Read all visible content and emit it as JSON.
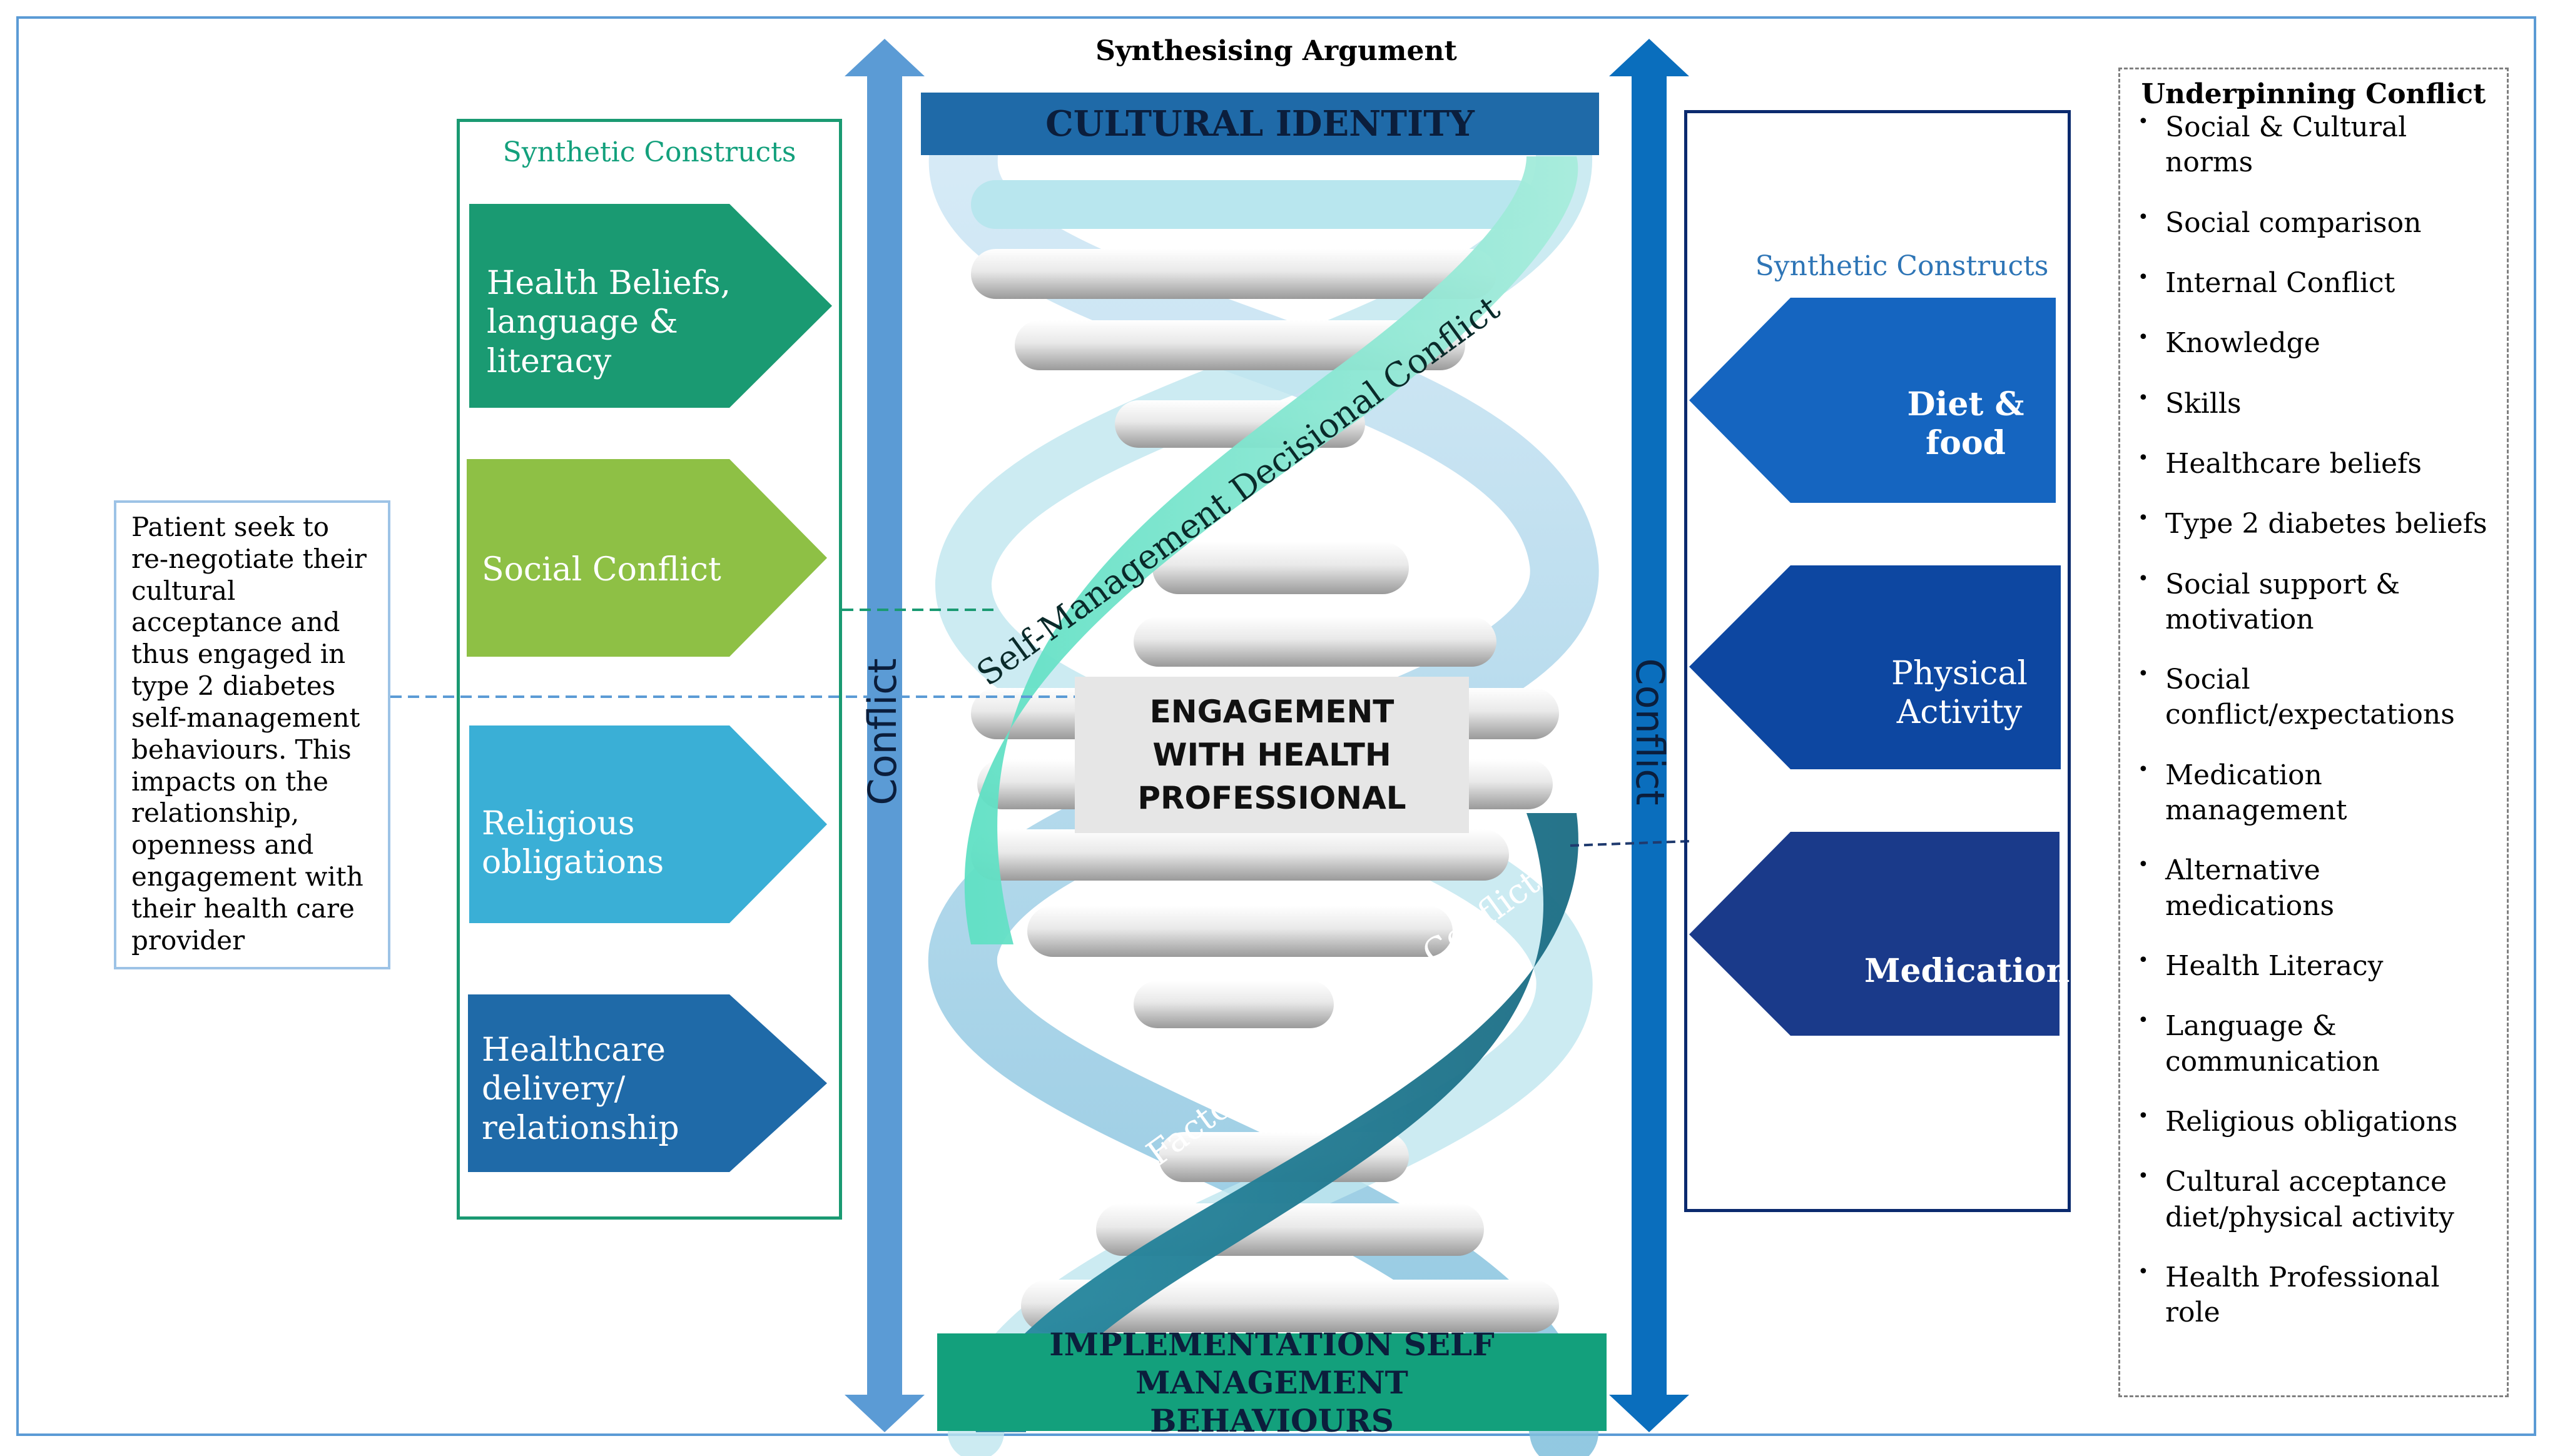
{
  "diagram": {
    "top_label": "Synthesising Argument",
    "cultural_identity": "CULTURAL IDENTITY",
    "implementation": "IMPLEMENTATION SELF MANAGEMENT BEHAVIOURS",
    "engagement": "ENGAGEMENT WITH HEALTH PROFESSIONAL",
    "ribbon_upper": "Self-Management Decisional Conflict",
    "ribbon_lower": "Strategies & Factors influencing Conflict",
    "conflict_left": "Conflict",
    "conflict_right": "Conflict"
  },
  "left_constructs": {
    "title": "Synthetic Constructs",
    "items": [
      {
        "label": "Health Beliefs, language & literacy",
        "color": "#1a9a72"
      },
      {
        "label": "Social Conflict",
        "color": "#8ec045"
      },
      {
        "label": "Religious obligations",
        "color": "#3aafd6"
      },
      {
        "label": "Healthcare delivery/ relationship",
        "color": "#1f6aa8"
      }
    ]
  },
  "right_constructs": {
    "title": "Synthetic Constructs",
    "items": [
      {
        "label": "Diet & food",
        "color": "#1565c0",
        "bold": true
      },
      {
        "label": "Physical Activity",
        "color": "#0d47a1",
        "bold": false
      },
      {
        "label": "Medication",
        "color": "#1a3a8a",
        "bold": true
      }
    ]
  },
  "side_note": {
    "text": "Patient seek to re-negotiate their cultural acceptance and thus engaged in type 2 diabetes self-management behaviours.  This impacts on the relationship, openness and engagement with their health care provider"
  },
  "underpinning": {
    "title": "Underpinning Conflict",
    "items": [
      "Social & Cultural norms",
      "Social comparison",
      "Internal Conflict",
      "Knowledge",
      "Skills",
      "Healthcare beliefs",
      "Type 2 diabetes beliefs",
      "Social support & motivation",
      "Social conflict/expectations",
      "Medication management",
      "Alternative medications",
      "Health Literacy",
      "Language & communication",
      "Religious obligations",
      "Cultural acceptance diet/physical activity",
      "Health Professional role"
    ]
  },
  "colors": {
    "frame": "#5b9bd5",
    "cultural_identity_bg": "#1f6aa8",
    "implementation_bg": "#13a07c",
    "ribbon_upper": "#63dcc0",
    "ribbon_lower": "#26839b",
    "left_arrow": "#5b9bd5",
    "right_arrow": "#0a6ebd"
  }
}
